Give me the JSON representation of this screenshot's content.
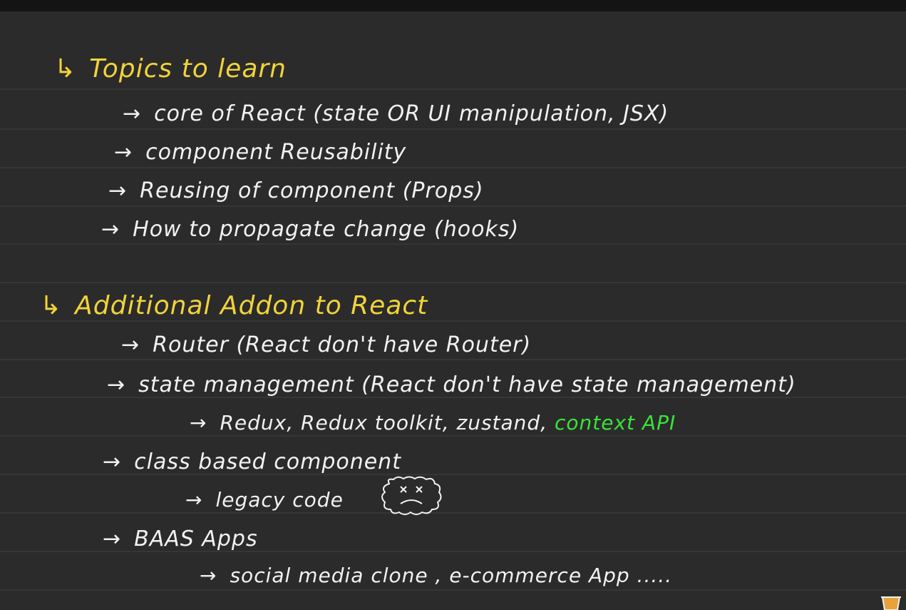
{
  "notes": {
    "section1": {
      "heading_arrow": "↳",
      "heading": "Topics to learn",
      "items": [
        {
          "arrow": "→",
          "text": "core of React (state OR UI manipulation, JSX)"
        },
        {
          "arrow": "→",
          "text": "component Reusability"
        },
        {
          "arrow": "→",
          "text": "Reusing of component (Props)"
        },
        {
          "arrow": "→",
          "text": "How to propagate change (hooks)"
        }
      ]
    },
    "section2": {
      "heading_arrow": "↳",
      "heading": "Additional Addon to React",
      "router": {
        "arrow": "→",
        "text": "Router (React don't have Router)"
      },
      "state": {
        "arrow": "→",
        "text": "state management (React don't have state management)"
      },
      "state_sub": {
        "arrow": "→",
        "text": "Redux, Redux toolkit, zustand,",
        "highlight": "context API"
      },
      "class_based": {
        "arrow": "→",
        "text": "class based component"
      },
      "legacy": {
        "arrow": "→",
        "text": "legacy code"
      },
      "baas": {
        "arrow": "→",
        "text": "BAAS Apps"
      },
      "baas_sub": {
        "arrow": "→",
        "text": "social media clone , e-commerce App ....."
      }
    }
  },
  "colors": {
    "background": "#2b2b2b",
    "ink_white": "#f2f2f2",
    "ink_yellow": "#f2d33a",
    "ink_green": "#39e33a"
  },
  "icons": {
    "face": "sad-face-doodle-icon",
    "corner": "coffee-cup-icon"
  }
}
